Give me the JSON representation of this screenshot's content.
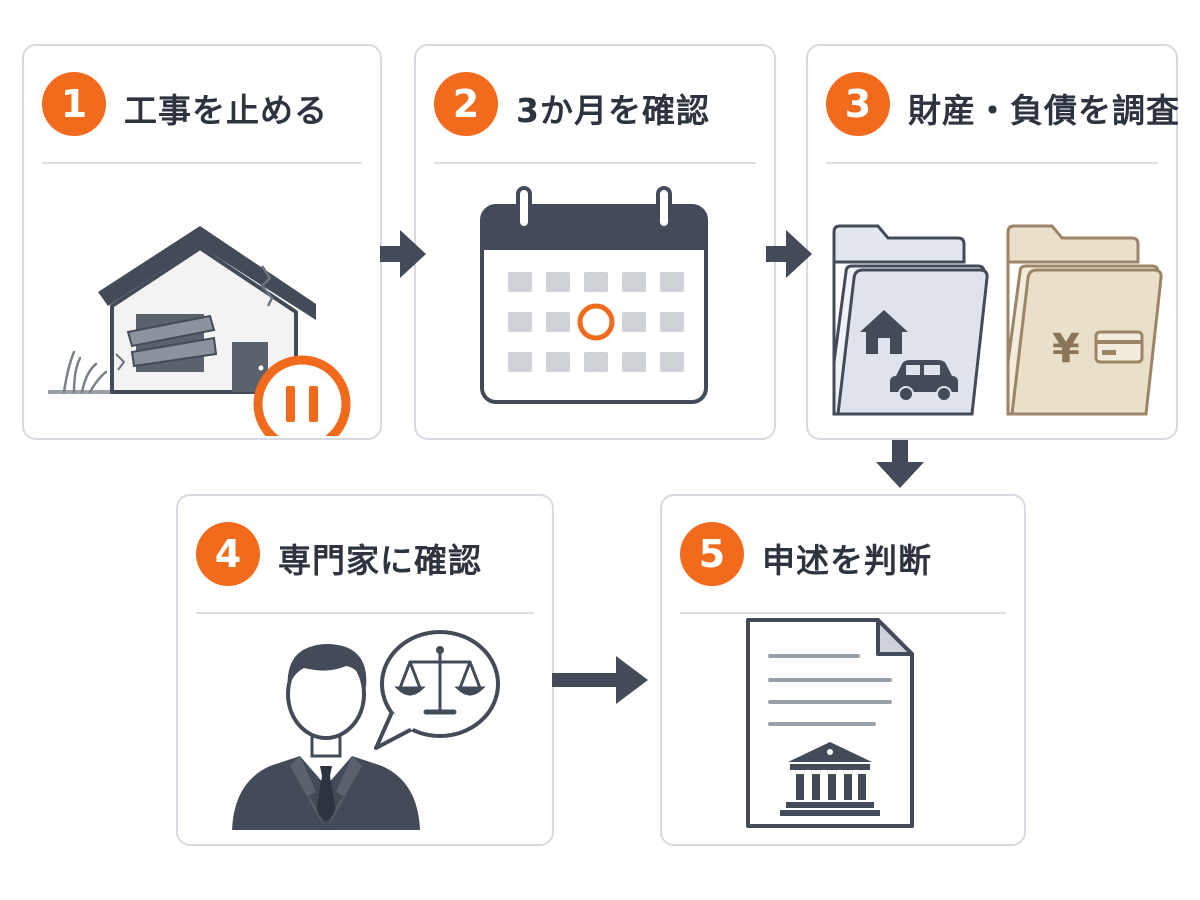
{
  "steps": [
    {
      "number": "1",
      "title": "工事を止める",
      "icon": "paused-house-icon"
    },
    {
      "number": "2",
      "title": "3か月を確認",
      "icon": "calendar-icon"
    },
    {
      "number": "3",
      "title": "財産・負債を調査",
      "icon": "asset-folders-icon"
    },
    {
      "number": "4",
      "title": "専門家に確認",
      "icon": "expert-consultation-icon"
    },
    {
      "number": "5",
      "title": "申述を判断",
      "icon": "court-document-icon"
    }
  ],
  "colors": {
    "accent": "#f26b1d",
    "dark": "#434b59",
    "border": "#d7dbe1",
    "title_text": "#2d3440"
  }
}
